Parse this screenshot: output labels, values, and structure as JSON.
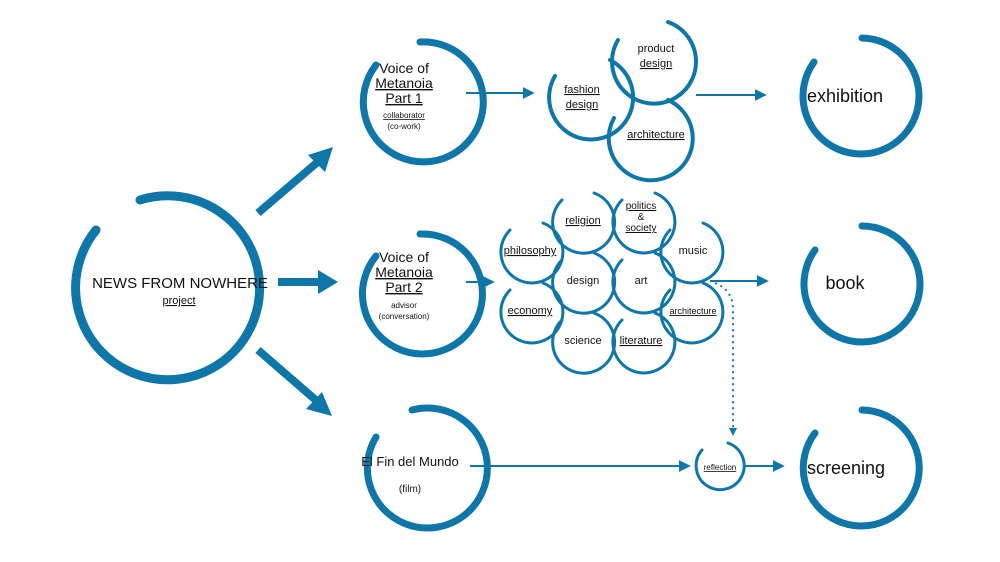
{
  "colors": {
    "primary": "#0e76a8",
    "text": "#111111",
    "underline": "#d9534f"
  },
  "root": {
    "title": "NEWS FROM NOWHERE",
    "subtitle": "project"
  },
  "branch1": {
    "line1": "Voice of",
    "line2": "Metanoia",
    "line3": "Part 1",
    "role": "collaborator",
    "role_note": "(co-work)",
    "clusters": [
      "fashion",
      "design",
      "product",
      "design",
      "architecture"
    ],
    "output": "exhibition"
  },
  "branch2": {
    "line1": "Voice of",
    "line2": "Metanoia",
    "line3": "Part 2",
    "role": "advisor",
    "role_note": "(conversation)",
    "topics": {
      "religion": "religion",
      "politics_1": "politics",
      "politics_2": "&",
      "politics_3": "society",
      "philosophy": "philosophy",
      "music": "music",
      "design": "design",
      "art": "art",
      "economy": "economy",
      "architecture": "architecture",
      "science": "science",
      "literature": "literature"
    },
    "output": "book"
  },
  "branch3": {
    "title": "El Fin del Mundo",
    "note": "(film)",
    "reflection": "reflection",
    "output": "screening"
  }
}
